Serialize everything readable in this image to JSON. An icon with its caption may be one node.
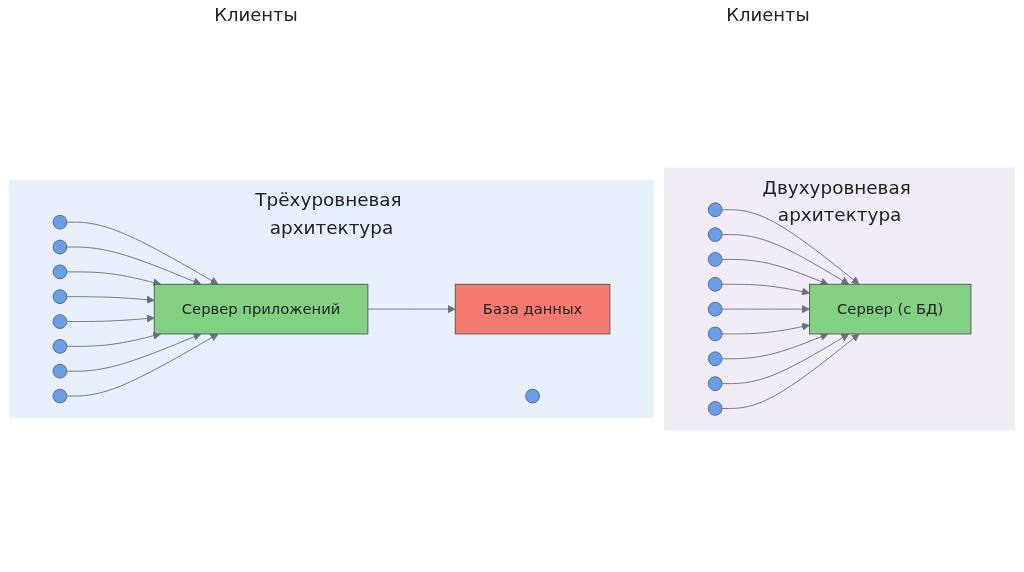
{
  "diagram": {
    "nodes": [
      {
        "text": [
          "Двухуровневая архитектура"
        ]
      },
      {
        "text": [],
        "shape": "circle",
        "in": 0
      },
      {
        "text": [],
        "shape": "circle",
        "in": 0
      },
      {
        "text": [],
        "shape": "circle",
        "in": 0
      },
      {
        "text": [],
        "shape": "circle",
        "in": 0
      },
      {
        "text": [],
        "shape": "circle",
        "in": 0
      },
      {
        "text": [],
        "shape": "circle",
        "in": 0
      },
      {
        "text": [],
        "shape": "circle",
        "in": 0
      },
      {
        "text": [],
        "shape": "circle",
        "in": 0
      },
      {
        "text": [],
        "shape": "circle",
        "in": 0
      },
      {
        "text": [
          "Сервер (с БД)"
        ],
        "in": 0
      },
      {
        "text": [
          "Трёхуровневая архитектура"
        ]
      },
      {
        "text": [],
        "shape": "circle",
        "in": 11
      },
      {
        "text": [],
        "shape": "circle",
        "in": 11
      },
      {
        "text": [],
        "shape": "circle",
        "in": 11
      },
      {
        "text": [],
        "shape": "circle",
        "in": 11
      },
      {
        "text": [],
        "shape": "circle",
        "in": 11
      },
      {
        "text": [],
        "shape": "circle",
        "in": 11
      },
      {
        "text": [],
        "shape": "circle",
        "in": 11
      },
      {
        "text": [],
        "shape": "circle",
        "in": 11
      },
      {
        "text": [],
        "shape": "circle",
        "in": 11
      },
      {
        "text": [
          "Сервер приложений"
        ],
        "in": 11
      },
      {
        "text": [
          "База данных"
        ],
        "in": 11
      }
    ],
    "edges": [
      {
        "from": 1,
        "to": 10,
        "arrow": "to"
      },
      {
        "from": 2,
        "to": 10,
        "arrow": "to"
      },
      {
        "from": 3,
        "to": 10,
        "arrow": "to"
      },
      {
        "from": 4,
        "to": 10,
        "arrow": "to"
      },
      {
        "from": 5,
        "to": 10,
        "arrow": "to"
      },
      {
        "from": 6,
        "to": 10,
        "arrow": "to"
      },
      {
        "from": 7,
        "to": 10,
        "arrow": "to"
      },
      {
        "from": 8,
        "to": 10,
        "arrow": "to"
      },
      {
        "from": 9,
        "to": 10,
        "arrow": "to"
      },
      {
        "from": 12,
        "to": 21,
        "arrow": "to"
      },
      {
        "from": 13,
        "to": 21,
        "arrow": "to"
      },
      {
        "from": 14,
        "to": 21,
        "arrow": "to"
      },
      {
        "from": 16,
        "to": 21,
        "arrow": "to"
      },
      {
        "from": 17,
        "to": 21,
        "arrow": "to"
      },
      {
        "from": 18,
        "to": 21,
        "arrow": "to"
      },
      {
        "from": 19,
        "to": 21,
        "arrow": "to"
      },
      {
        "from": 20,
        "to": 21,
        "arrow": "to"
      },
      {
        "from": 21,
        "to": 22,
        "arrow": "to"
      }
    ],
    "labels": [
      "Клиенты",
      "Клиенты"
    ]
  }
}
